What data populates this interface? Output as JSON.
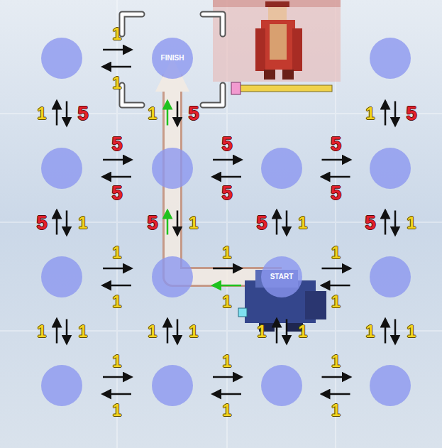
{
  "diagram": {
    "nodes": [
      {
        "text": [
          "FINISH"
        ]
      },
      {
        "text": [
          "START"
        ]
      }
    ],
    "labels": [
      "1",
      "1",
      "1",
      "5",
      "1",
      "5",
      "1",
      "5",
      "5",
      "5",
      "5",
      "5",
      "5",
      "5",
      "5",
      "1",
      "5",
      "1",
      "5",
      "1",
      "5",
      "1",
      "1",
      "1",
      "1",
      "1",
      "1",
      "1",
      "1",
      "1",
      "1",
      "1",
      "1",
      "1",
      "1",
      "1",
      "1",
      "1",
      "1",
      "1",
      "1",
      "1"
    ]
  }
}
